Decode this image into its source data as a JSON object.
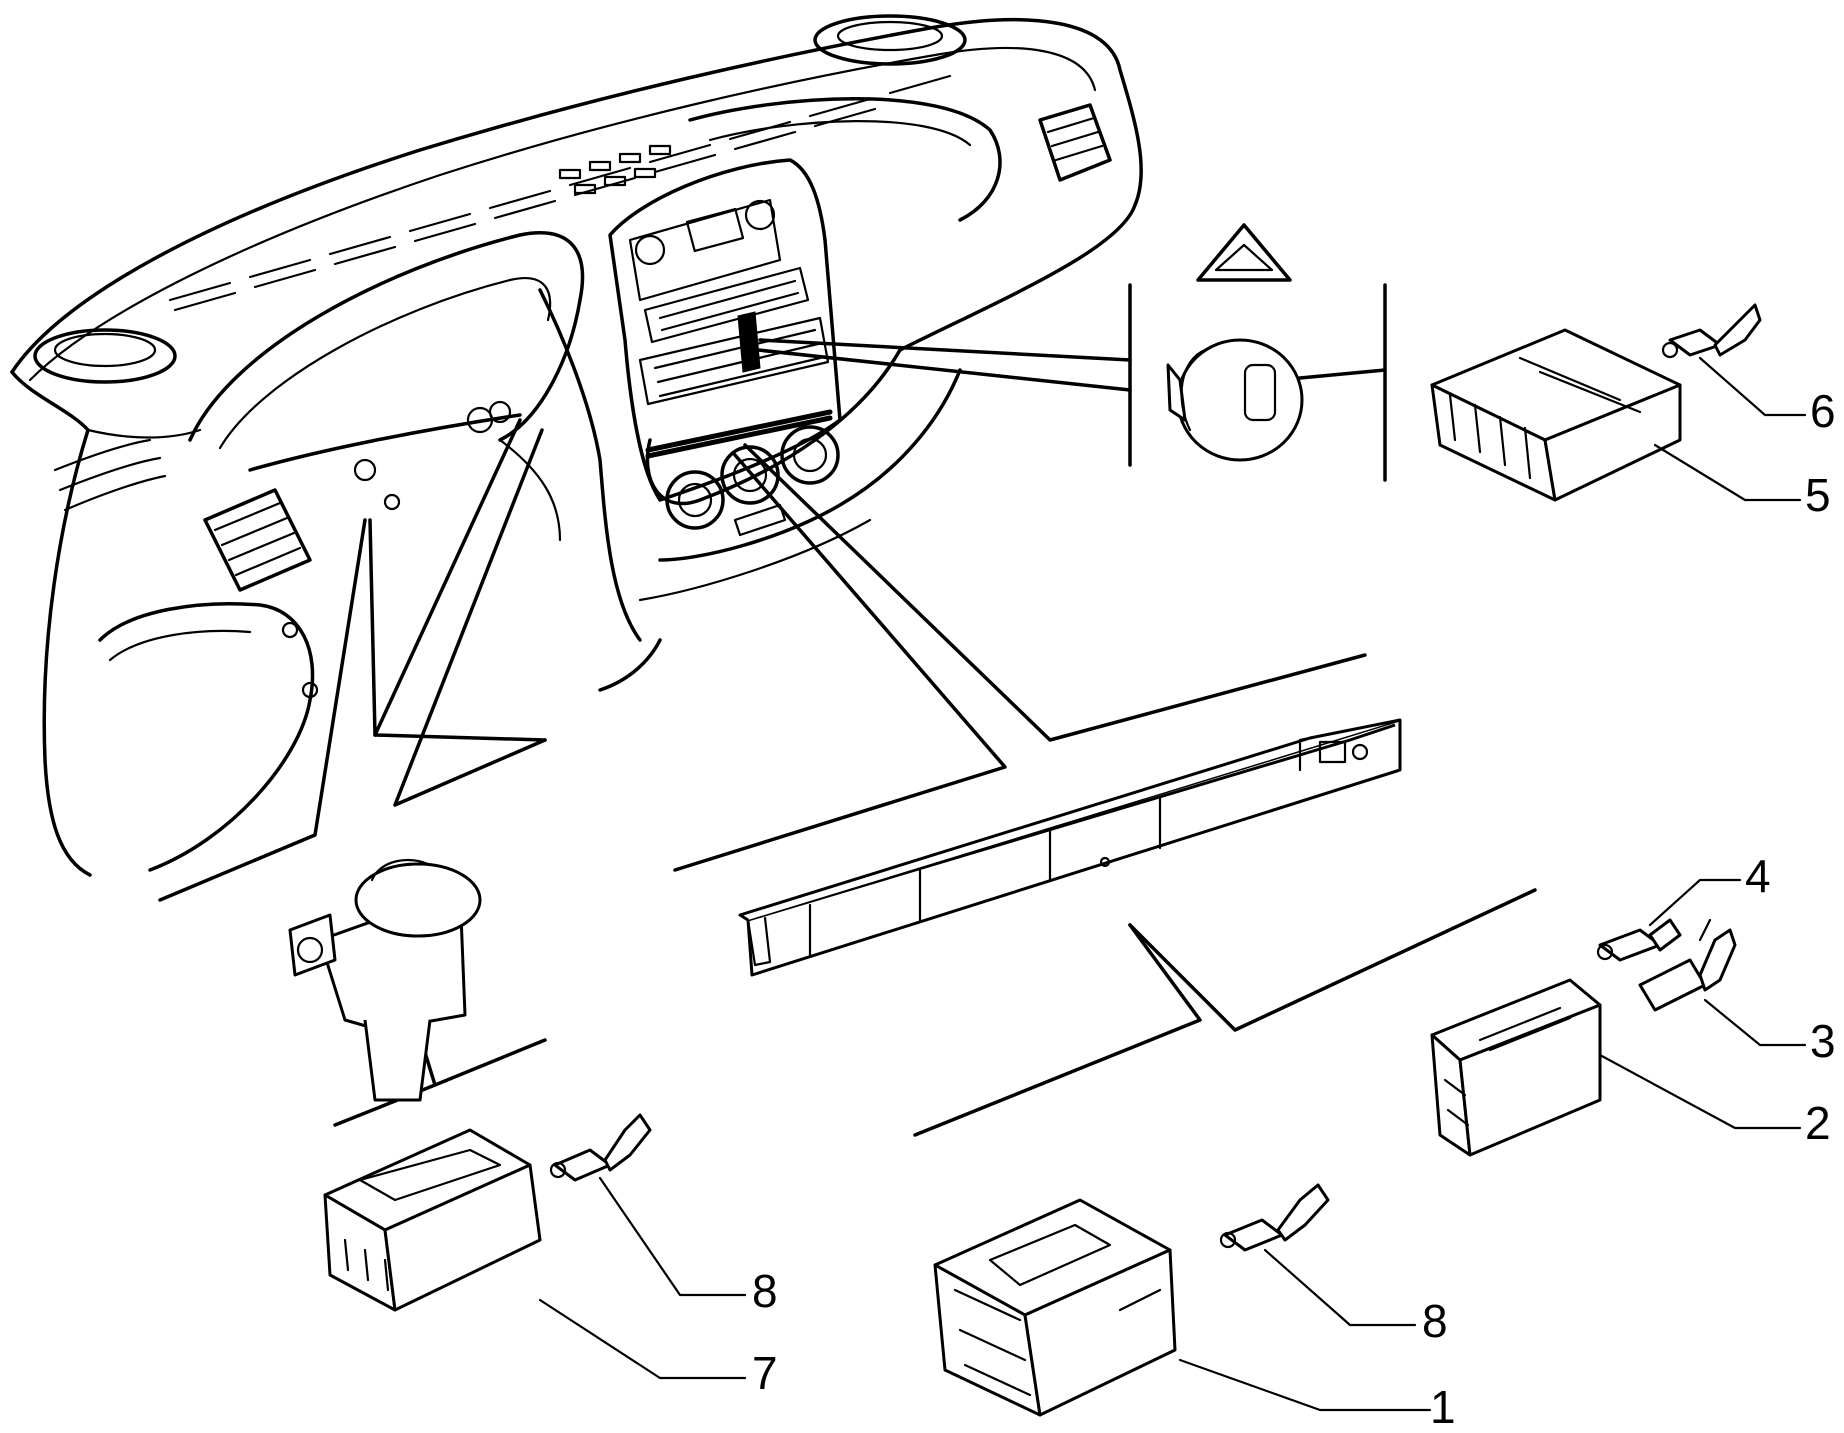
{
  "callouts": [
    {
      "id": "1",
      "label": "1"
    },
    {
      "id": "2",
      "label": "2"
    },
    {
      "id": "3",
      "label": "3"
    },
    {
      "id": "4",
      "label": "4"
    },
    {
      "id": "5",
      "label": "5"
    },
    {
      "id": "6",
      "label": "6"
    },
    {
      "id": "7",
      "label": "7"
    },
    {
      "id": "8a",
      "label": "8"
    },
    {
      "id": "8b",
      "label": "8"
    }
  ],
  "icons": {
    "warning": "hazard-triangle-icon"
  }
}
